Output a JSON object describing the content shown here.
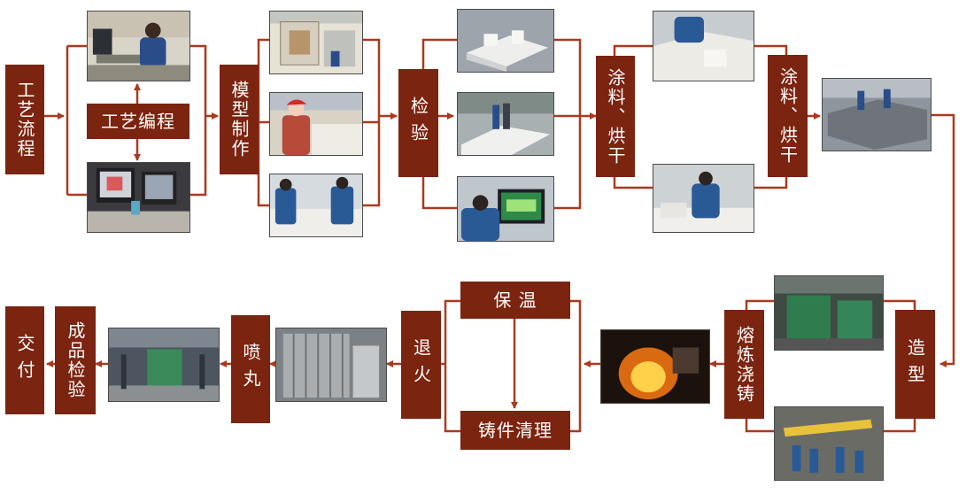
{
  "colors": {
    "accent": "#7b2410",
    "connector": "#a93a1f",
    "background": "#ffffff"
  },
  "steps": {
    "process_flow": "工艺流程",
    "process_programming": "工艺编程",
    "pattern_making": "模型制作",
    "inspection": "检验",
    "coating_drying_1": "涂料、烘干",
    "coating_drying_2": "涂料、烘干",
    "molding": "造型",
    "melting_pouring": "熔炼浇铸",
    "heat_preservation": "保 温",
    "casting_cleaning": "铸件清理",
    "annealing": "退火",
    "shot_blasting": "喷丸",
    "final_inspection": "成品检验",
    "delivery": "交付"
  }
}
